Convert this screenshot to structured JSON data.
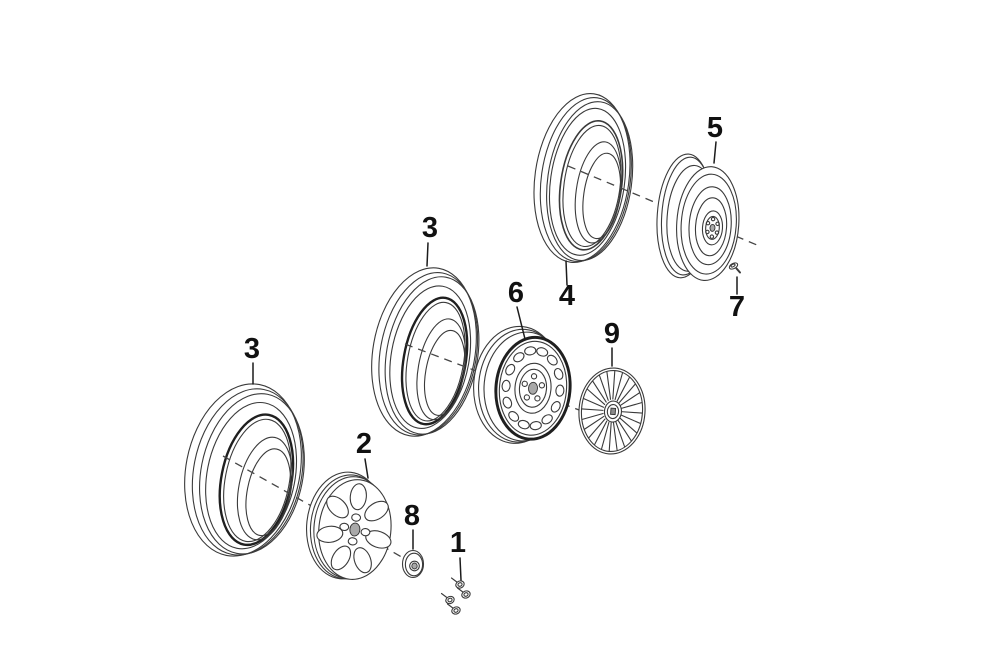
{
  "diagram": {
    "type": "exploded-parts-diagram",
    "subject": "wheels-tires-and-covers",
    "colors": {
      "background": "#ffffff",
      "line": "#3a3a3a",
      "label": "#111111"
    },
    "callouts": [
      {
        "part": "wheel-nuts",
        "label": "1"
      },
      {
        "part": "alloy-wheel",
        "label": "2"
      },
      {
        "part": "tire-middle",
        "label": "3"
      },
      {
        "part": "tire-lower",
        "label": "3"
      },
      {
        "part": "spare-tire",
        "label": "4"
      },
      {
        "part": "spare-wheel",
        "label": "5"
      },
      {
        "part": "steel-wheel",
        "label": "6"
      },
      {
        "part": "valve",
        "label": "7"
      },
      {
        "part": "center-cap",
        "label": "8"
      },
      {
        "part": "wheel-trim-cover",
        "label": "9"
      }
    ]
  }
}
